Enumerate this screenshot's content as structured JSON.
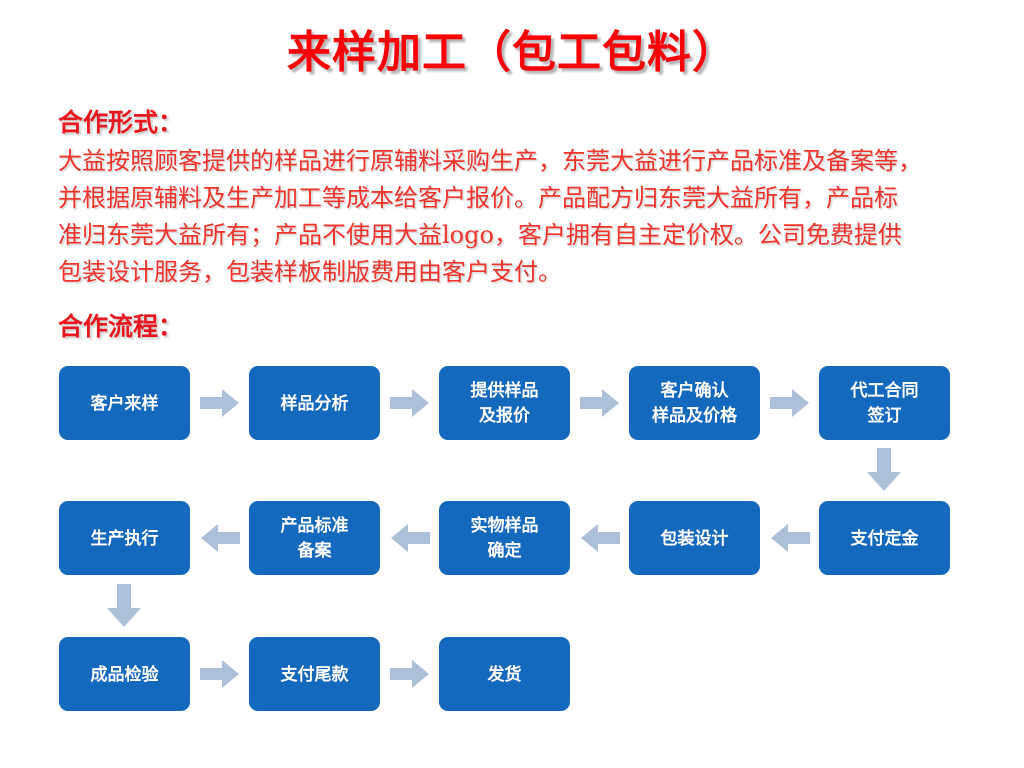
{
  "slide": {
    "title": "来样加工（包工包料）",
    "title_color": "#fb0007",
    "box_color": "#1569bd",
    "arrow_color": "#aebfd8",
    "text_color": "#f0342c"
  },
  "sections": {
    "form_heading": "合作形式：",
    "form_lines": [
      "大益按照顾客提供的样品进行原辅料采购生产，东莞大益进行产品标准及备案等，",
      "并根据原辅料及生产加工等成本给客户报价。产品配方归东莞大益所有，产品标",
      "准归东莞大益所有；产品不使用大益logo，客户拥有自主定价权。公司免费提供",
      "包装设计服务，包装样板制版费用由客户支付。"
    ],
    "process_heading": "合作流程："
  },
  "flowchart": {
    "rows": [
      {
        "direction": "right",
        "steps": [
          {
            "lines": [
              "客户来样"
            ]
          },
          {
            "lines": [
              "样品分析"
            ]
          },
          {
            "lines": [
              "提供样品",
              "及报价"
            ]
          },
          {
            "lines": [
              "客户确认",
              "样品及价格"
            ]
          },
          {
            "lines": [
              "代工合同",
              "签订"
            ]
          }
        ]
      },
      {
        "direction": "left",
        "steps": [
          {
            "lines": [
              "生产执行"
            ]
          },
          {
            "lines": [
              "产品标准",
              "备案"
            ]
          },
          {
            "lines": [
              "实物样品",
              "确定"
            ]
          },
          {
            "lines": [
              "包装设计"
            ]
          },
          {
            "lines": [
              "支付定金"
            ]
          }
        ]
      },
      {
        "direction": "right",
        "steps": [
          {
            "lines": [
              "成品检验"
            ]
          },
          {
            "lines": [
              "支付尾款"
            ]
          },
          {
            "lines": [
              "发货"
            ]
          }
        ]
      }
    ],
    "vertical_connectors": [
      {
        "name": "connector-row1-to-row2",
        "direction": "down"
      },
      {
        "name": "connector-row2-to-row3",
        "direction": "down"
      }
    ]
  }
}
